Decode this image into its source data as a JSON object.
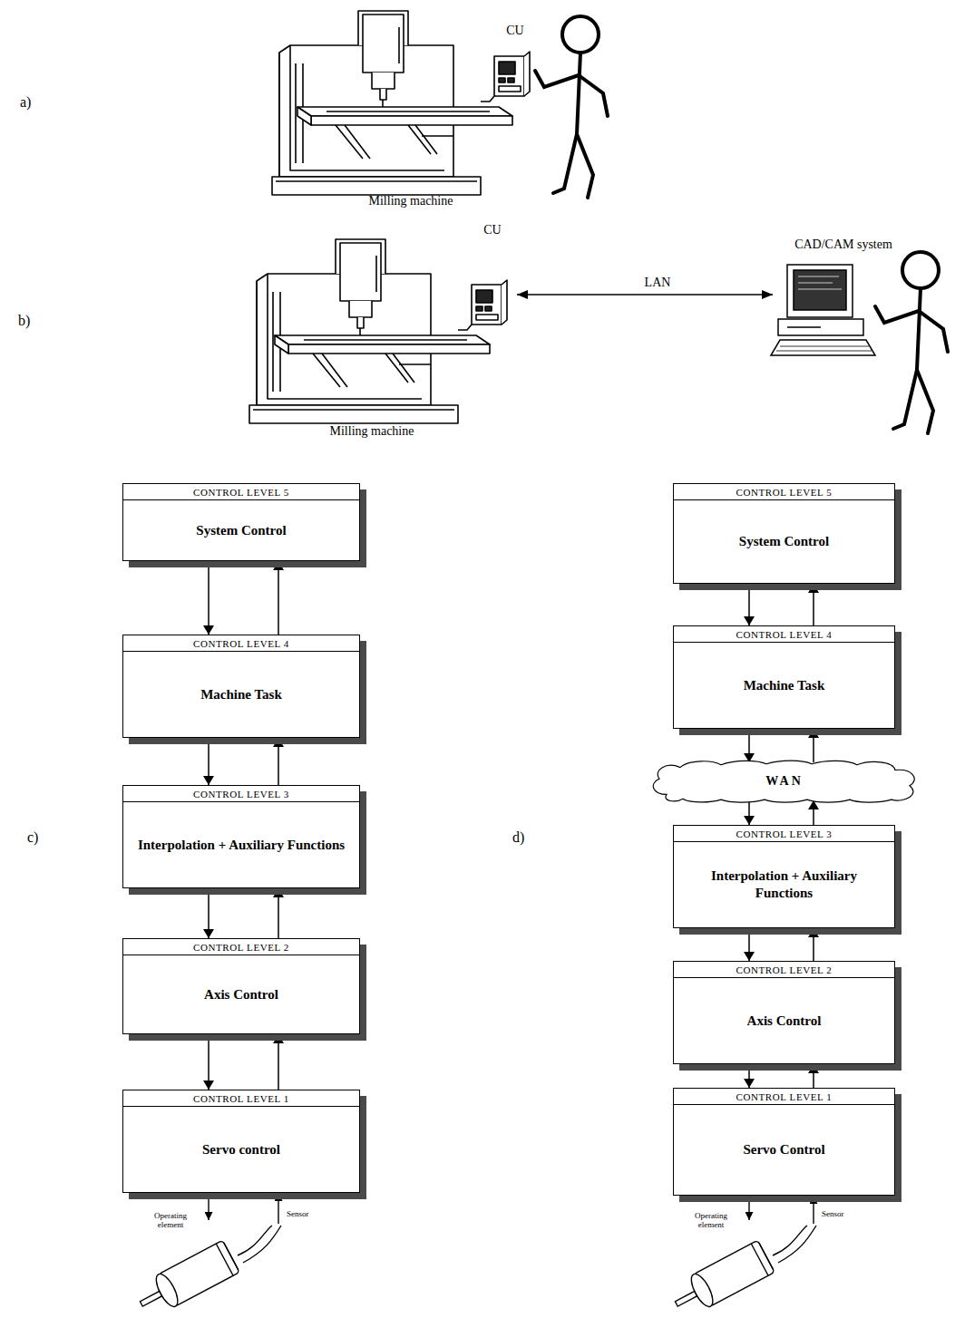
{
  "diagram": {
    "nodes": [
      {
        "text": [
          "CONTROL LEVEL 5",
          "System Control"
        ]
      },
      {
        "text": [
          "CONTROL LEVEL 4",
          "Machine Task"
        ]
      },
      {
        "text": [
          "CONTROL LEVEL 3",
          "Interpolation + Auxiliary Functions"
        ]
      },
      {
        "text": [
          "CONTROL LEVEL 2",
          "Axis Control"
        ]
      },
      {
        "text": [
          "CONTROL LEVEL 1",
          "Servo control"
        ]
      },
      {
        "text": [
          "CONTROL LEVEL 5",
          "System Control"
        ]
      },
      {
        "text": [
          "CONTROL LEVEL 4",
          "Machine Task"
        ]
      },
      {
        "text": [
          "WAN"
        ]
      },
      {
        "text": [
          "CONTROL LEVEL 3",
          "Interpolation + Auxiliary Functions"
        ]
      },
      {
        "text": [
          "CONTROL LEVEL 2",
          "Axis Control"
        ]
      },
      {
        "text": [
          "CONTROL LEVEL 1",
          "Servo Control"
        ]
      }
    ],
    "edges": [
      {
        "from": 0,
        "to": 1,
        "arrow": "to"
      },
      {
        "from": 1,
        "to": 0,
        "arrow": "to"
      },
      {
        "from": 1,
        "to": 2,
        "arrow": "to"
      },
      {
        "from": 2,
        "to": 1,
        "arrow": "to"
      },
      {
        "from": 2,
        "to": 3,
        "arrow": "to"
      },
      {
        "from": 3,
        "to": 2,
        "arrow": "to"
      },
      {
        "from": 3,
        "to": 4,
        "arrow": "to"
      },
      {
        "from": 4,
        "to": 3,
        "arrow": "to"
      },
      {
        "from": 5,
        "to": 6,
        "arrow": "to"
      },
      {
        "from": 6,
        "to": 5,
        "arrow": "to"
      },
      {
        "from": 6,
        "to": 7,
        "arrow": "to"
      },
      {
        "from": 7,
        "to": 6,
        "arrow": "to"
      },
      {
        "from": 7,
        "to": 8,
        "arrow": "to"
      },
      {
        "from": 8,
        "to": 7,
        "arrow": "to"
      },
      {
        "from": 8,
        "to": 9,
        "arrow": "to"
      },
      {
        "from": 9,
        "to": 8,
        "arrow": "to"
      },
      {
        "from": 9,
        "to": 10,
        "arrow": "to"
      },
      {
        "from": 10,
        "to": 9,
        "arrow": "to"
      }
    ],
    "labels": [
      "a)",
      "CU",
      "Milling machine",
      "b)",
      "CU",
      "Milling machine",
      "LAN",
      "CAD/CAM system",
      "c)",
      "d)",
      "Operating element",
      "Sensor",
      "Operating element",
      "Sensor"
    ]
  }
}
